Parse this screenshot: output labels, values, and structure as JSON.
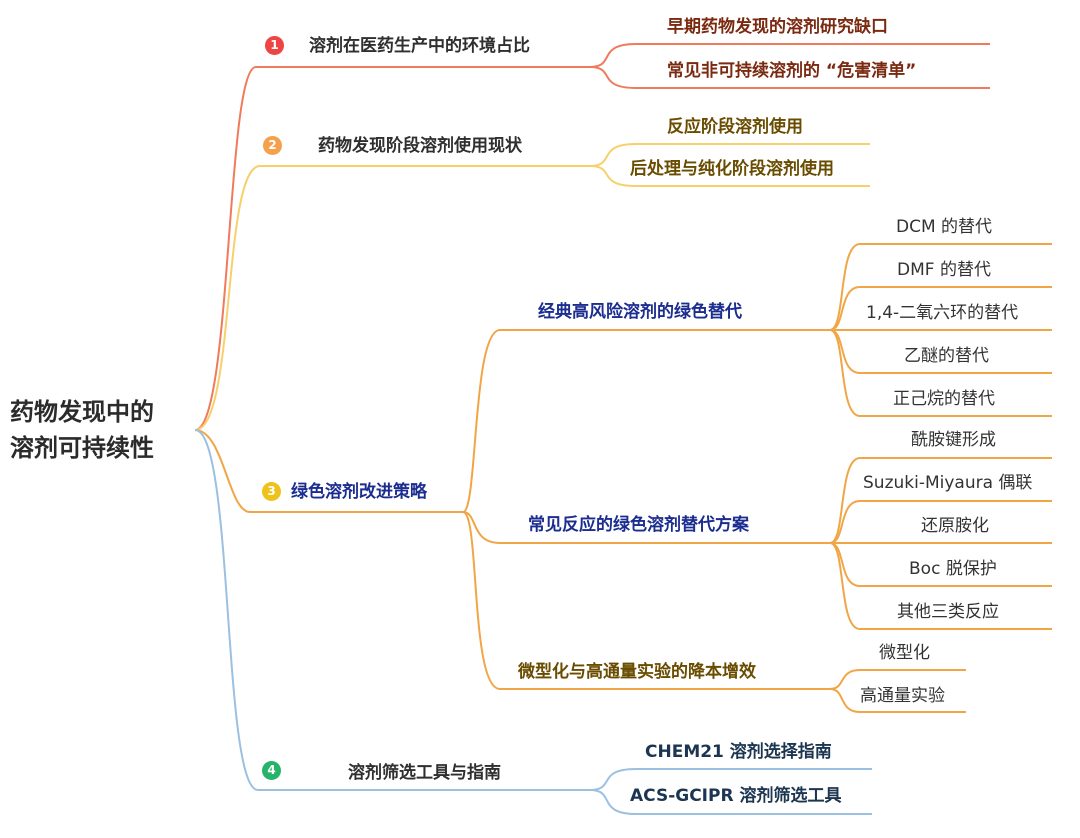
{
  "root": {
    "line1": "药物发现中的",
    "line2": "溶剂可持续性"
  },
  "colors": {
    "red": "#f07a5c",
    "yellow": "#f7d06c",
    "orange": "#f0a646",
    "blue": "#9cc0e0",
    "darkred": "#7a2a10",
    "darkbrown": "#6a4c00",
    "navy": "#1b2d8f",
    "darkblue": "#1c3550"
  },
  "branches": [
    {
      "num": "1",
      "label": "溶剂在医药生产中的环境占比",
      "children": [
        "早期药物发现的溶剂研究缺口",
        "常见非可持续溶剂的 “危害清单”"
      ]
    },
    {
      "num": "2",
      "label": "药物发现阶段溶剂使用现状",
      "children": [
        "反应阶段溶剂使用",
        "后处理与纯化阶段溶剂使用"
      ]
    },
    {
      "num": "3",
      "label": "绿色溶剂改进策略",
      "children": [
        {
          "label": "经典高风险溶剂的绿色替代",
          "children": [
            "DCM 的替代",
            "DMF 的替代",
            "1,4-二氧六环的替代",
            "乙醚的替代",
            "正己烷的替代"
          ]
        },
        {
          "label": "常见反应的绿色溶剂替代方案",
          "children": [
            "酰胺键形成",
            "Suzuki-Miyaura 偶联",
            "还原胺化",
            "Boc 脱保护",
            "其他三类反应"
          ]
        },
        {
          "label": "微型化与高通量实验的降本增效",
          "children": [
            "微型化",
            "高通量实验"
          ]
        }
      ]
    },
    {
      "num": "4",
      "label": "溶剂筛选工具与指南",
      "children": [
        "CHEM21 溶剂选择指南",
        "ACS-GCIPR 溶剂筛选工具"
      ]
    }
  ]
}
